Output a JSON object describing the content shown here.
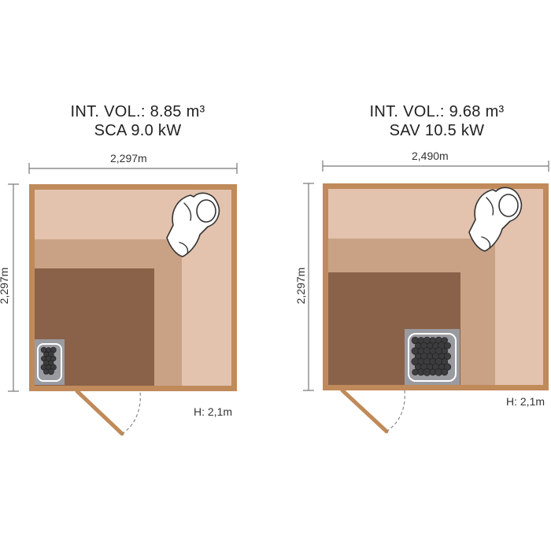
{
  "colors": {
    "frame": "#c08a5a",
    "bench_top": "#e3c3ae",
    "bench_mid": "#c9a285",
    "floor": "#8a6249",
    "heater_tray": "#9a9ba0",
    "stone": "#3c3c3e",
    "dim_line": "#777777",
    "door": "#c08a5a"
  },
  "saunas": [
    {
      "title_line1": "INT. VOL.: 8.85 m³",
      "title_line2": "SCA 9.0 kW",
      "width_label": "2,297m",
      "depth_label": "2,297m",
      "height_label": "H: 2,1m"
    },
    {
      "title_line1": "INT. VOL.: 9.68 m³",
      "title_line2": "SAV 10.5 kW",
      "width_label": "2,490m",
      "depth_label": "2,297m",
      "height_label": "H: 2,1m"
    }
  ]
}
